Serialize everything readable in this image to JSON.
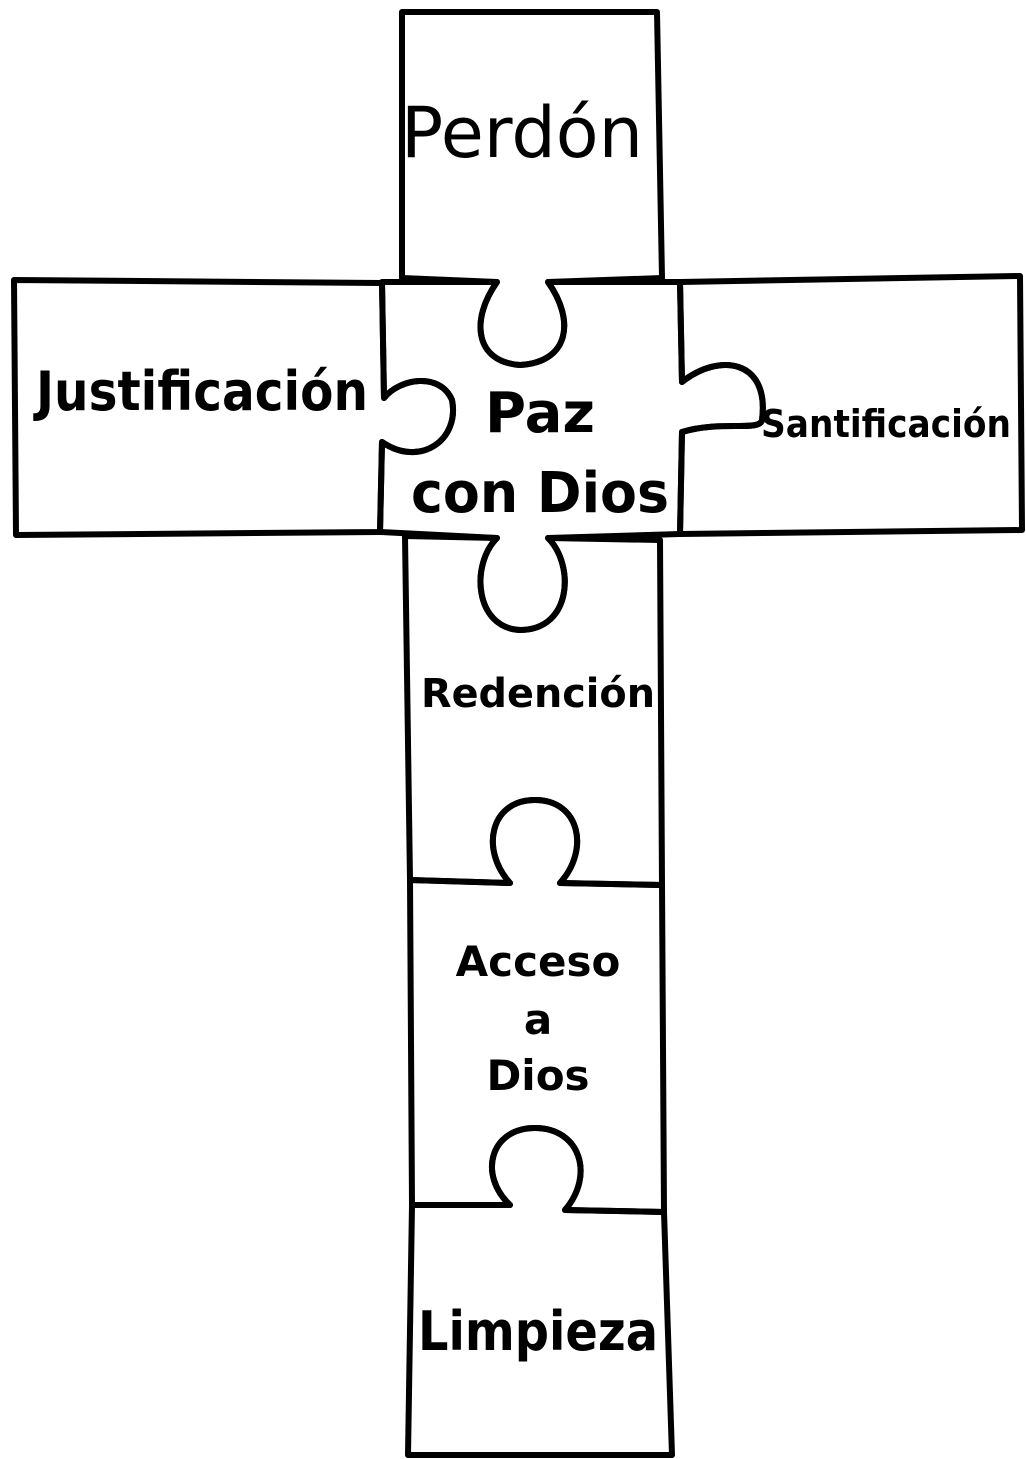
{
  "pieces": {
    "top": "Perdón",
    "left": "Justificación",
    "center_line1": "Paz",
    "center_line2": "con Dios",
    "right": "Santificación",
    "redemption": "Redención",
    "access_line1": "Acceso",
    "access_line2": "a",
    "access_line3": "Dios",
    "bottom": "Limpieza"
  },
  "colors": {
    "stroke": "#000000",
    "background": "#ffffff"
  }
}
